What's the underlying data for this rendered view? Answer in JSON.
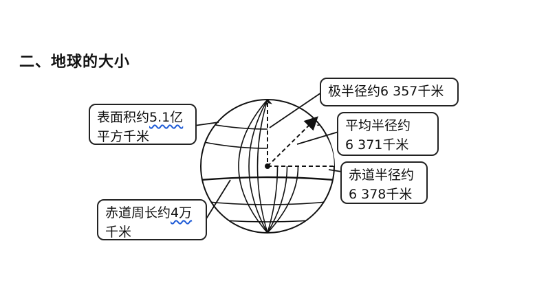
{
  "heading": "二、地球的大小",
  "callouts": {
    "polar_radius": "极半径约6 357千米",
    "mean_radius": {
      "line1": "平均半径约",
      "line2": "6 371千米"
    },
    "equatorial_radius": {
      "line1": "赤道半径约",
      "line2": "6 378千米"
    },
    "surface_area": {
      "line1_prefix": "表面积约",
      "line1_value": "5.1亿",
      "line2": "平方千米"
    },
    "equator_length": {
      "line1_prefix": "赤道周长约",
      "line1_value": "4万",
      "line2": "千米"
    }
  }
}
